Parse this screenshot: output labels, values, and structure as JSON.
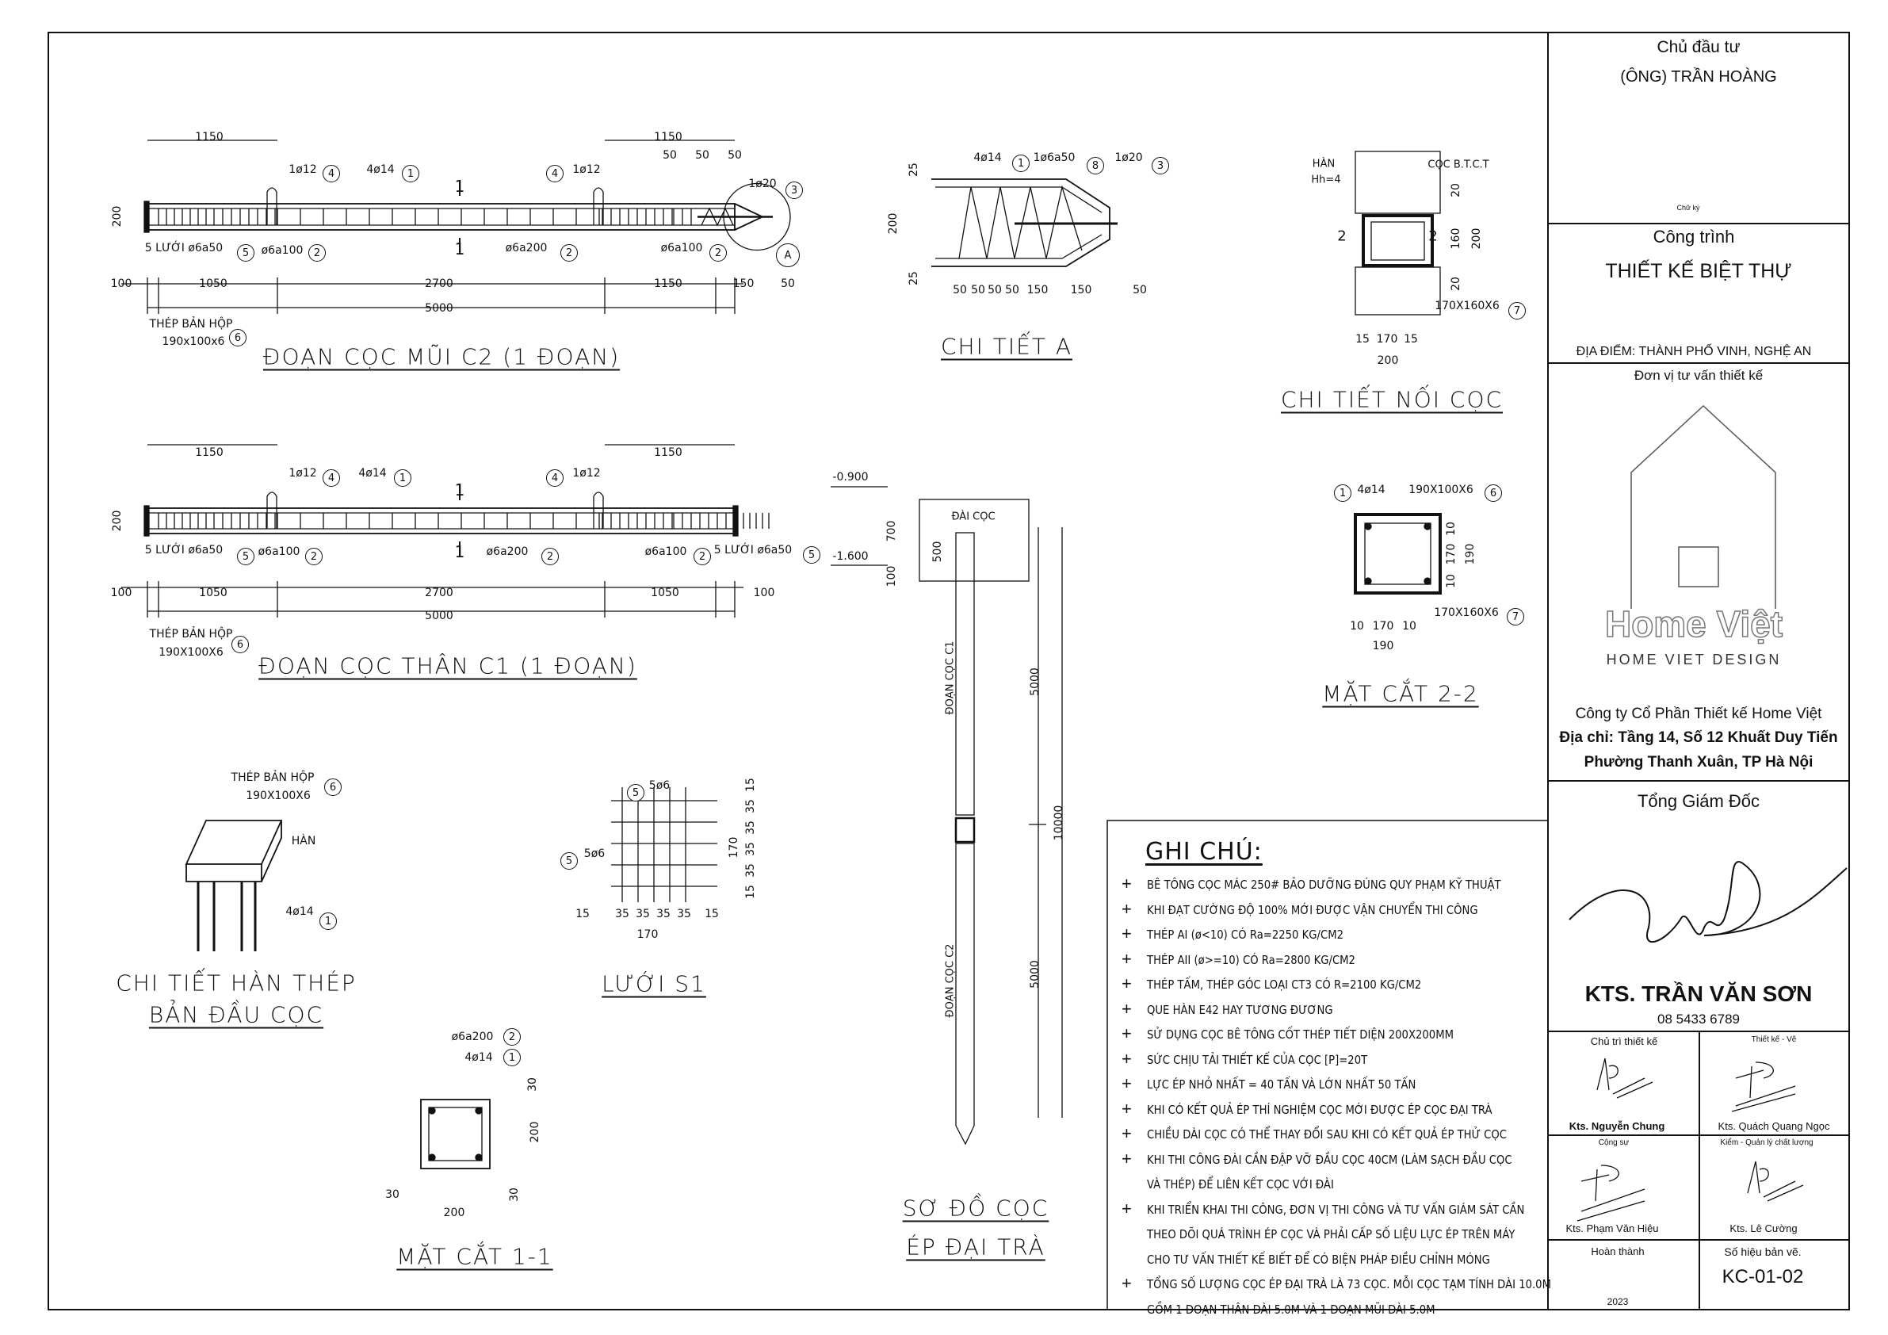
{
  "pile_c2": {
    "title": "ĐOẠN CỌC MŨI C2 (1 ĐOẠN)",
    "labels": [
      "1150",
      "1150",
      "50",
      "50",
      "50",
      "1ø12",
      "4ø14",
      "1ø12",
      "1ø20",
      "200",
      "5 LƯỚI ø6a50",
      "ø6a100",
      "ø6a200",
      "ø6a100",
      "100",
      "1050",
      "2700",
      "1150",
      "150",
      "50",
      "5000",
      "THÉP BẢN HỘP",
      "190x100x6",
      "1",
      "1"
    ],
    "bubbles": [
      "4",
      "1",
      "4",
      "3",
      "5",
      "2",
      "2",
      "2",
      "6",
      "A"
    ]
  },
  "pile_c1": {
    "title": "ĐOẠN CỌC THÂN C1 (1 ĐOẠN)",
    "labels": [
      "1150",
      "1150",
      "1ø12",
      "4ø14",
      "1ø12",
      "200",
      "5 LƯỚI ø6a50",
      "ø6a100",
      "ø6a200",
      "ø6a100",
      "5 LƯỚI ø6a50",
      "100",
      "1050",
      "2700",
      "1050",
      "100",
      "5000",
      "THÉP BẢN HỘP",
      "190X100X6",
      "1",
      "1"
    ],
    "bubbles": [
      "4",
      "1",
      "4",
      "5",
      "2",
      "2",
      "2",
      "5",
      "6"
    ]
  },
  "detail_a": {
    "title": "CHI TIẾT A",
    "labels": [
      "25",
      "200",
      "25",
      "4ø14",
      "1ø6a50",
      "1ø20",
      "50",
      "50",
      "50",
      "50",
      "150",
      "150",
      "50"
    ],
    "bubbles": [
      "1",
      "8",
      "3"
    ]
  },
  "pile_joint": {
    "title": "CHI TIẾT NỐI CỌC",
    "labels": [
      "HÀN",
      "Hh=4",
      "CỌC B.T.C.T",
      "2",
      "2",
      "20",
      "160",
      "200",
      "20",
      "170X160X6",
      "15",
      "170",
      "15",
      "200"
    ],
    "bubbles": [
      "7"
    ]
  },
  "section_2_2": {
    "title": "MẶT CẮT 2-2",
    "labels": [
      "4ø14",
      "190X100X6",
      "10",
      "170",
      "10",
      "190",
      "170X160X6",
      "10",
      "170",
      "10",
      "190"
    ],
    "bubbles": [
      "1",
      "6",
      "7"
    ]
  },
  "weld_detail": {
    "title_line1": "CHI TIẾT HÀN THÉP",
    "title_line2": "BẢN ĐẦU CỌC",
    "labels": [
      "THÉP BẢN HỘP",
      "190X100X6",
      "HÀN",
      "4ø14"
    ],
    "bubbles": [
      "6",
      "1"
    ]
  },
  "mesh_s1": {
    "title": "LƯỚI S1",
    "labels": [
      "5ø6",
      "5ø6",
      "15",
      "35",
      "35",
      "35",
      "35",
      "15",
      "170",
      "15",
      "35",
      "35",
      "35",
      "35",
      "15",
      "170"
    ],
    "bubbles": [
      "5",
      "5"
    ]
  },
  "section_1_1": {
    "title": "MẶT CẮT 1-1",
    "labels": [
      "ø6a200",
      "4ø14",
      "30",
      "200",
      "30",
      "30",
      "200"
    ],
    "bubbles": [
      "2",
      "1"
    ]
  },
  "pile_layout": {
    "title_line1": "SƠ ĐỒ CỌC",
    "title_line2": "ÉP ĐẠI TRÀ",
    "labels": [
      "-0.900",
      "-1.600",
      "ĐÀI CỌC",
      "700",
      "500",
      "100",
      "ĐOẠN CỌC C1",
      "ĐOẠN CỌC C2",
      "5000",
      "10000",
      "5000"
    ]
  },
  "notes": {
    "heading": "GHI CHÚ:",
    "lines": [
      "BÊ TÔNG CỌC MÁC 250# BẢO DƯỠNG ĐÚNG QUY PHẠM KỸ THUẬT",
      "KHI ĐẠT CƯỜNG ĐỘ 100% MỚI ĐƯỢC VẬN CHUYỂN THI CÔNG",
      "THÉP AI (ø<10) CÓ Ra=2250 KG/CM2",
      "THÉP AII (ø>=10) CÓ Ra=2800 KG/CM2",
      "THÉP TẤM, THÉP GÓC LOẠI CT3 CÓ R=2100 KG/CM2",
      "QUE HÀN E42 HAY TƯƠNG ĐƯƠNG",
      "SỬ DỤNG CỌC BÊ TÔNG CỐT THÉP TIẾT DIỆN 200X200MM",
      "SỨC CHỊU TẢI THIẾT KẾ CỦA CỌC [P]=20T",
      "LỰC ÉP NHỎ NHẤT = 40 TẤN VÀ LỚN NHẤT 50 TẤN",
      "KHI CÓ KẾT QUẢ ÉP THÍ NGHIỆM CỌC MỚI ĐƯỢC ÉP CỌC ĐẠI TRÀ",
      "CHIỀU DÀI CỌC CÓ THỂ THAY ĐỔI SAU KHI CÓ KẾT QUẢ ÉP THỬ CỌC",
      "KHI THI CÔNG ĐÀI CẦN ĐẬP VỠ ĐẦU CỌC 40CM (LÀM SẠCH ĐẦU CỌC",
      "VÀ THÉP) ĐỂ LIÊN KẾT CỌC VỚI ĐÀI",
      "KHI TRIỂN KHAI THI CÔNG, ĐƠN VỊ THI CÔNG VÀ TƯ VẤN GIÁM SÁT CẦN",
      "THEO DÕI QUÁ TRÌNH ÉP CỌC VÀ PHẢI CẤP SỐ LIỆU LỰC ÉP TRÊN MÁY",
      "CHO TƯ VẤN THIẾT KẾ BIẾT ĐỂ CÓ BIỆN PHÁP ĐIỀU CHỈNH MÓNG",
      "TỔNG SỐ LƯỢNG CỌC ÉP ĐẠI TRÀ LÀ 73 CỌC. MỖI CỌC TẠM TÍNH DÀI 10.0M",
      "GỒM 1 ĐOẠN THÂN DÀI 5.0M VÀ 1 ĐOẠN MŨI DÀI 5.0M"
    ]
  },
  "title_block": {
    "owner_label": "Chủ đầu tư",
    "owner_name": "(ÔNG) TRẦN HOÀNG",
    "signature_label": "Chữ ký",
    "project_label": "Công trình",
    "project_name": "THIẾT KẾ BIỆT THỰ",
    "location": "ĐỊA ĐIỂM: THÀNH PHỐ VINH, NGHỆ AN",
    "consultant_label": "Đơn vị tư vấn thiết kế",
    "logo_text": "Home Việt",
    "logo_sub": "HOME VIET DESIGN",
    "company": "Công ty Cổ Phần Thiết kế Home Việt",
    "address1": "Địa chỉ: Tầng 14, Số 12 Khuất Duy Tiến",
    "address2": "Phường Thanh Xuân, TP Hà Nội",
    "director_label": "Tổng Giám Đốc",
    "director_name": "KTS. TRẦN VĂN SƠN",
    "director_phone": "08 5433 6789",
    "lead_label": "Chủ trì thiết kế",
    "lead_name": "Kts. Nguyễn Chung",
    "drafter_label": "Thiết kế - Vẽ",
    "drafter_name": "Kts. Quách Quang Ngọc",
    "assoc_label": "Cộng sự",
    "assoc_name": "Kts. Phạm Văn Hiệu",
    "qc_label": "Kiểm - Quản lý chất lượng",
    "qc_name": "Kts. Lê Cường",
    "completed_label": "Hoàn thành",
    "completed_year": "2023",
    "drawing_no_label": "Số hiệu bản vẽ.",
    "drawing_no": "KC-01-02"
  }
}
